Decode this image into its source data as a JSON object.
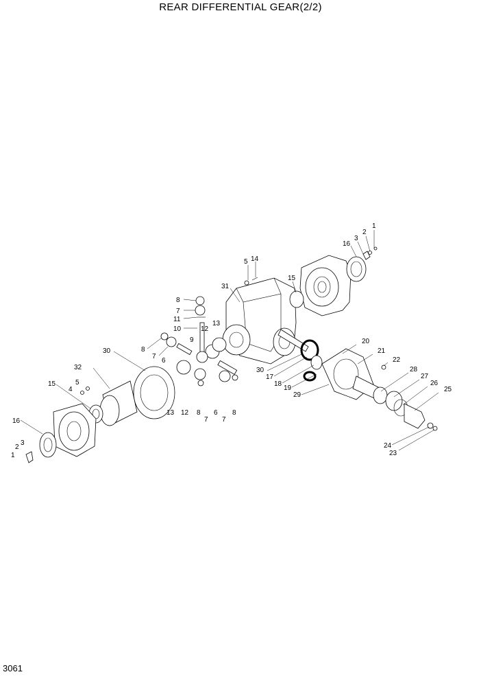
{
  "title": "REAR DIFFERENTIAL GEAR(2/2)",
  "page_number": "3061",
  "callouts": {
    "c1a": "1",
    "c2a": "2",
    "c3a": "3",
    "c16a": "16",
    "c5a": "5",
    "c14": "14",
    "c31": "31",
    "c15a": "15",
    "c8a": "8",
    "c7a": "7",
    "c11": "11",
    "c10": "10",
    "c12a": "12",
    "c9": "9",
    "c13a": "13",
    "c8b": "8",
    "c7b": "7",
    "c6a": "6",
    "c30a": "30",
    "c32": "32",
    "c15b": "15",
    "c5b": "5",
    "c4": "4",
    "c16b": "16",
    "c3b": "3",
    "c2b": "2",
    "c1b": "1",
    "c13b": "13",
    "c12b": "12",
    "c8c": "8",
    "c7c": "7",
    "c6b": "6",
    "c7d": "7",
    "c8d": "8",
    "c30b": "30",
    "c17": "17",
    "c18": "18",
    "c19": "19",
    "c29": "29",
    "c20": "20",
    "c21": "21",
    "c22": "22",
    "c28": "28",
    "c27": "27",
    "c26": "26",
    "c25": "25",
    "c24": "24",
    "c23": "23"
  }
}
